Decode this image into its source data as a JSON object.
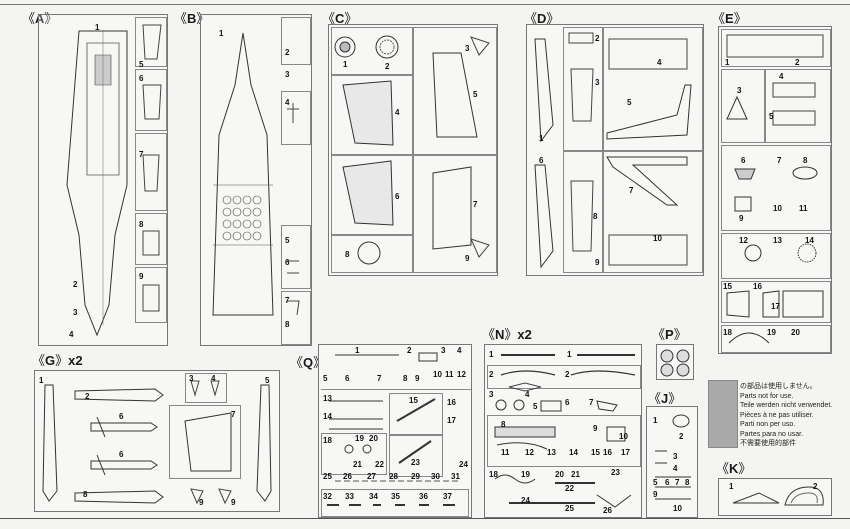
{
  "sprues": {
    "A": {
      "label": "A",
      "parts": [
        "1",
        "5",
        "6",
        "7",
        "8",
        "9",
        "2",
        "3",
        "4"
      ]
    },
    "B": {
      "label": "B",
      "parts": [
        "1",
        "2",
        "3",
        "4",
        "5",
        "6",
        "7",
        "8"
      ]
    },
    "C": {
      "label": "C",
      "parts": [
        "1",
        "2",
        "3",
        "4",
        "5",
        "6",
        "7",
        "8",
        "9"
      ]
    },
    "D": {
      "label": "D",
      "parts": [
        "1",
        "2",
        "3",
        "4",
        "5",
        "6",
        "7",
        "8",
        "9",
        "10"
      ]
    },
    "E": {
      "label": "E",
      "parts": [
        "1",
        "2",
        "3",
        "4",
        "5",
        "6",
        "7",
        "8",
        "9",
        "10",
        "11",
        "12",
        "13",
        "14",
        "15",
        "16",
        "17",
        "18",
        "19",
        "20"
      ]
    },
    "G": {
      "label": "G",
      "qty": "x2",
      "parts": [
        "1",
        "2",
        "3",
        "4",
        "5",
        "6",
        "6",
        "7",
        "8",
        "9",
        "9"
      ]
    },
    "Q": {
      "label": "Q",
      "parts": [
        "1",
        "2",
        "3",
        "4",
        "5",
        "6",
        "7",
        "8",
        "9",
        "10",
        "11",
        "12",
        "13",
        "14",
        "15",
        "16",
        "17",
        "18",
        "19",
        "20",
        "21",
        "22",
        "23",
        "24",
        "25",
        "26",
        "27",
        "28",
        "29",
        "30",
        "31",
        "32",
        "33",
        "34",
        "35",
        "36",
        "37"
      ]
    },
    "N": {
      "label": "N",
      "qty": "x2",
      "parts": [
        "1",
        "1",
        "2",
        "2",
        "3",
        "4",
        "5",
        "6",
        "7",
        "8",
        "9",
        "10",
        "11",
        "12",
        "13",
        "14",
        "15",
        "16",
        "17",
        "18",
        "19",
        "20",
        "21",
        "22",
        "23",
        "24",
        "25",
        "26"
      ]
    },
    "P": {
      "label": "P"
    },
    "J": {
      "label": "J",
      "parts": [
        "1",
        "2",
        "3",
        "4",
        "5",
        "6",
        "7",
        "8",
        "9",
        "10"
      ]
    },
    "K": {
      "label": "K",
      "parts": [
        "1",
        "2"
      ]
    }
  },
  "unused_note": {
    "lines": [
      "の部品は使用しません。",
      "Parts not for use.",
      "Teile werden nicht verwendet.",
      "Pièces à ne pas utiliser.",
      "Parti non per uso.",
      "Partes para no usar.",
      "不需要使用的部件"
    ],
    "swatch_color": "#a9a9a9"
  }
}
